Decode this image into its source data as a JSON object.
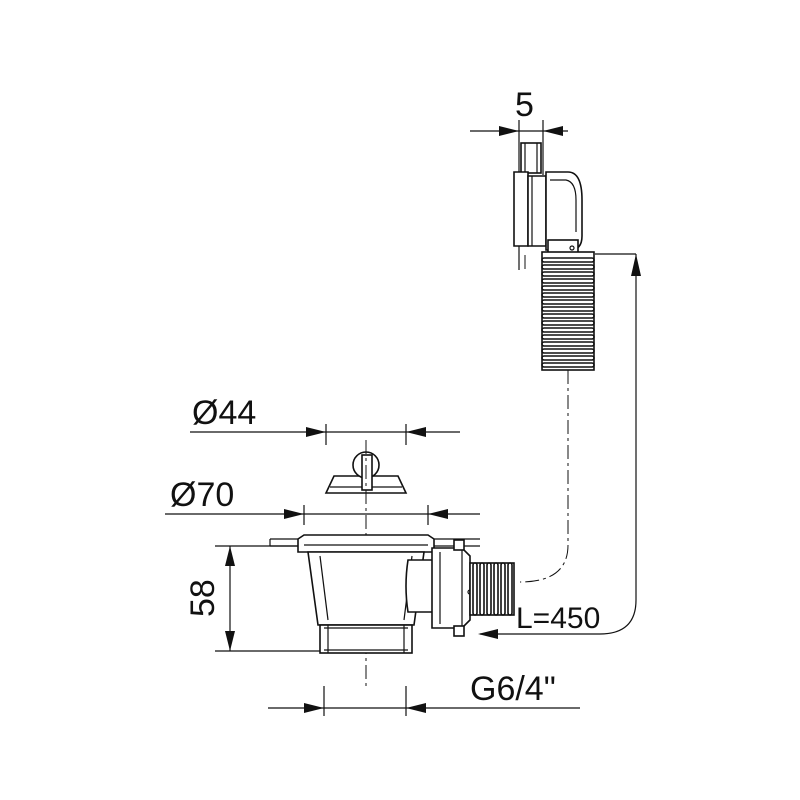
{
  "dimensions": {
    "overflow_thickness": "5",
    "plug_diameter": "Ø44",
    "flange_diameter": "Ø70",
    "body_height": "58",
    "hose_length": "L=450",
    "thread": "G6/4\""
  }
}
